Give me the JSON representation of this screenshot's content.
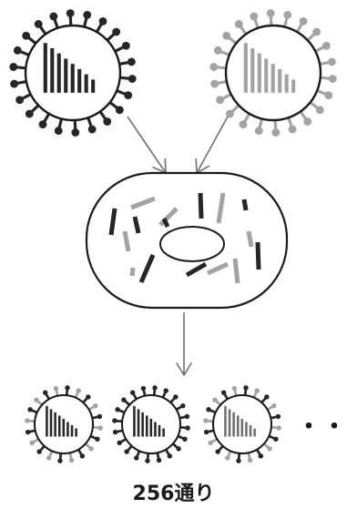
{
  "caption": "256通り",
  "continuation": "・・・",
  "colors": {
    "dark": "#262626",
    "medium": "#6f6f6f",
    "light": "#a3a3a3",
    "outline": "#1a1a1a",
    "arrow": "#707070"
  },
  "virus_shades": {
    "parent_left": "dark",
    "parent_right": "light",
    "progeny_1": [
      "light",
      "dark"
    ],
    "progeny_2": [
      "dark",
      "dark"
    ],
    "progeny_3": [
      "light",
      "dark"
    ]
  },
  "segments": {
    "count": 8,
    "inside_cell_shades": [
      "dark",
      "light",
      "dark",
      "light",
      "dark",
      "light",
      "dark",
      "light",
      "dark",
      "light",
      "dark",
      "light",
      "dark",
      "light",
      "light",
      "dark"
    ]
  }
}
